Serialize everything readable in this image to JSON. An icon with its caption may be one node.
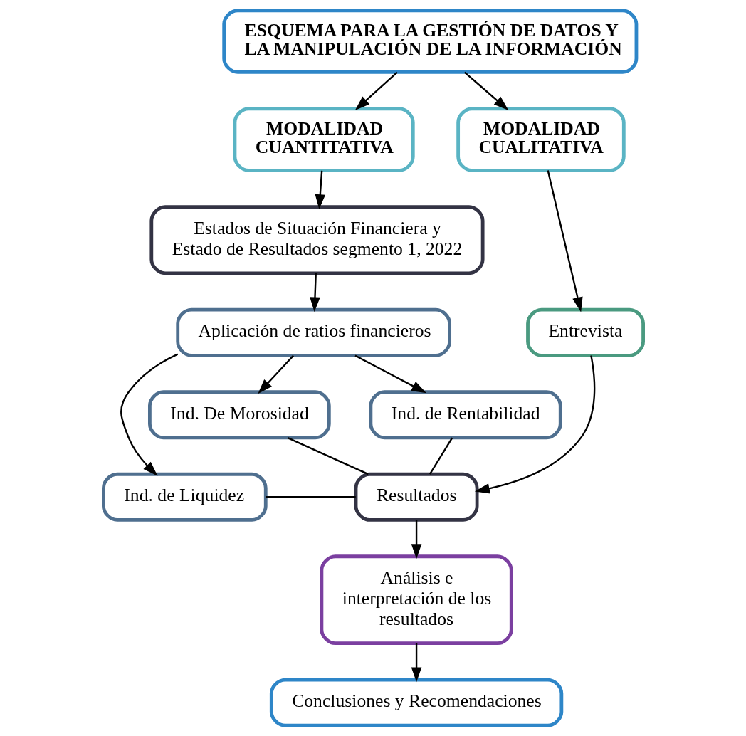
{
  "diagram": {
    "nodes": [
      {
        "text": [
          "ESQUEMA PARA LA GESTIÓN DE DATOS Y LA MANIPULACIÓN DE LA INFORMACIÓN"
        ]
      },
      {
        "text": [
          "MODALIDAD CUANTITATIVA"
        ]
      },
      {
        "text": [
          "MODALIDAD CUALITATIVA"
        ]
      },
      {
        "text": [
          "Estados de Situación Financiera y Estado de Resultados segmento 1, 2022"
        ]
      },
      {
        "text": [
          "Entrevista"
        ]
      },
      {
        "text": [
          "Aplicación de ratios financieros"
        ]
      },
      {
        "text": [
          "Ind. de Liquidez"
        ]
      },
      {
        "text": [
          "Ind. De Morosidad"
        ]
      },
      {
        "text": [
          "Ind. de Rentabilidad"
        ]
      },
      {
        "text": [
          "Resultados"
        ]
      },
      {
        "text": [
          "Análisis e interpretación de los resultados"
        ]
      },
      {
        "text": [
          "Conclusiones y Recomendaciones"
        ]
      }
    ],
    "edges": [
      {
        "from": 0,
        "to": 1,
        "arrow": "to"
      },
      {
        "from": 0,
        "to": 2,
        "arrow": "to"
      },
      {
        "from": 1,
        "to": 3,
        "arrow": "to"
      },
      {
        "from": 2,
        "to": 4,
        "arrow": "to"
      },
      {
        "from": 3,
        "to": 5,
        "arrow": "to"
      },
      {
        "from": 5,
        "to": 6,
        "arrow": "to"
      },
      {
        "from": 5,
        "to": 7,
        "arrow": "to"
      },
      {
        "from": 5,
        "to": 8,
        "arrow": "to"
      },
      {
        "from": 4,
        "to": 9,
        "arrow": "to"
      },
      {
        "from": 6,
        "to": 9,
        "arrow": "none"
      },
      {
        "from": 7,
        "to": 9,
        "arrow": "none"
      },
      {
        "from": 8,
        "to": 9,
        "arrow": "none"
      },
      {
        "from": 9,
        "to": 10,
        "arrow": "to"
      },
      {
        "from": 10,
        "to": 11,
        "arrow": "to"
      }
    ]
  }
}
